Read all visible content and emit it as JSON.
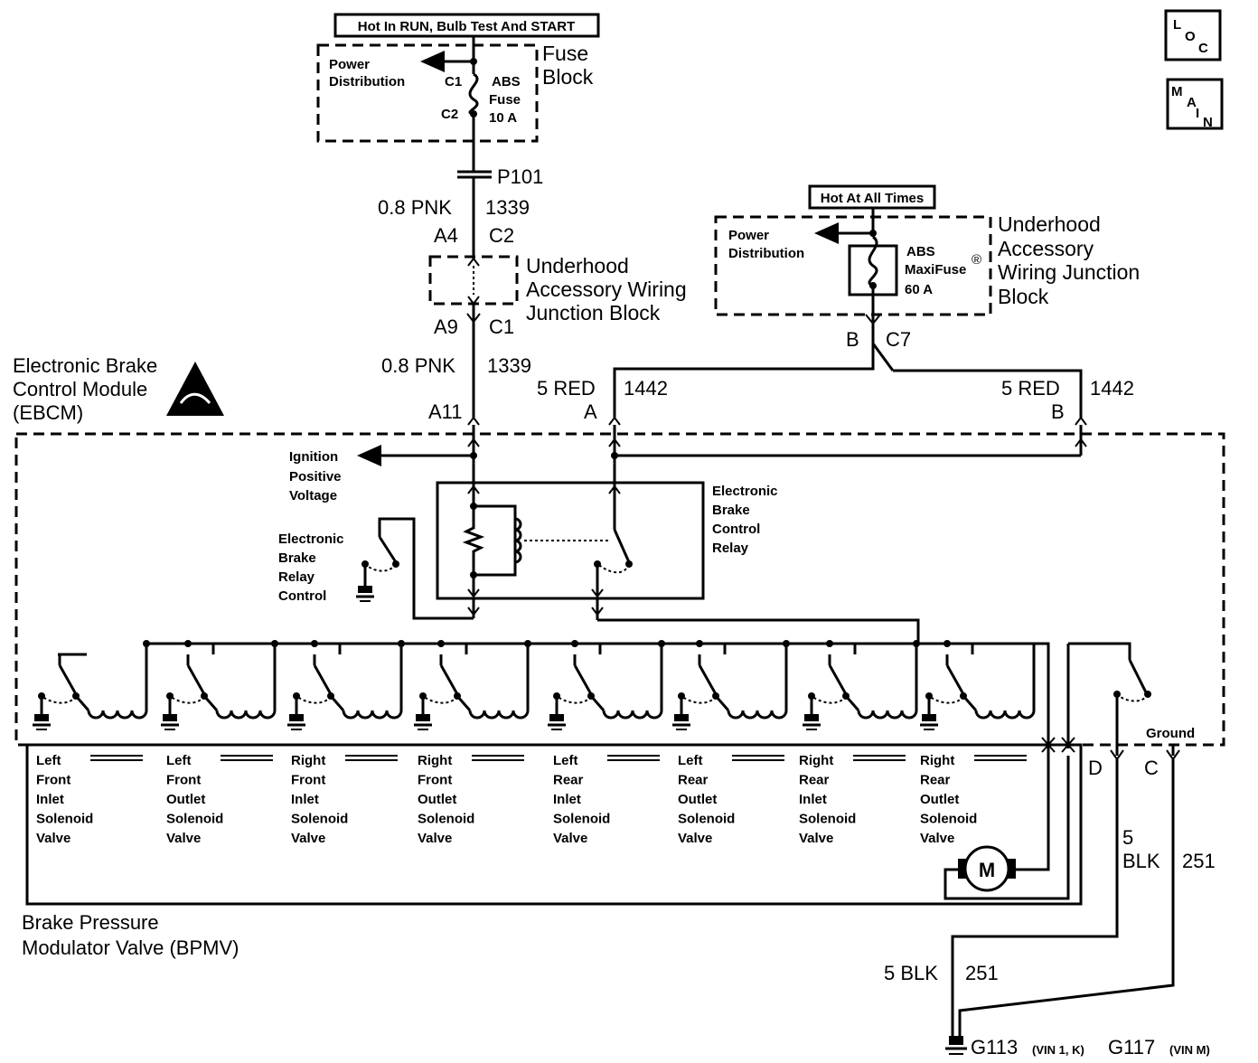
{
  "hot_run_label": "Hot In RUN, Bulb Test And START",
  "fuse_block": {
    "title_line1": "Fuse",
    "title_line2": "Block",
    "power_dist_line1": "Power",
    "power_dist_line2": "Distribution",
    "c1": "C1",
    "c2": "C2",
    "fuse_line1": "ABS",
    "fuse_line2": "Fuse",
    "fuse_line3": "10 A"
  },
  "p101": "P101",
  "wire_top": {
    "gauge": "0.8 PNK",
    "circuit": "1339"
  },
  "ujb_left": {
    "pin_a4": "A4",
    "pin_c2": "C2",
    "pin_a9": "A9",
    "pin_c1": "C1",
    "title_line1": "Underhood",
    "title_line2": "Accessory Wiring",
    "title_line3": "Junction Block"
  },
  "wire_mid": {
    "gauge": "0.8 PNK",
    "circuit": "1339"
  },
  "hot_all_label": "Hot At All Times",
  "ujb_right": {
    "power_dist_line1": "Power",
    "power_dist_line2": "Distribution",
    "fuse_line1": "ABS",
    "fuse_line2": "MaxiFuse",
    "fuse_line3": "60 A",
    "reg_mark": "®",
    "title_line1": "Underhood",
    "title_line2": "Accessory",
    "title_line3": "Wiring Junction",
    "title_line4": "Block",
    "pin_b": "B",
    "pin_c7": "C7"
  },
  "wire_red_a": {
    "gauge": "5 RED",
    "circuit": "1442",
    "pin": "A"
  },
  "wire_red_b": {
    "gauge": "5 RED",
    "circuit": "1442",
    "pin": "B"
  },
  "ebcm": {
    "line1": "Electronic Brake",
    "line2": "Control Module",
    "line3": "(EBCM)",
    "pin_a11": "A11"
  },
  "ignition": {
    "line1": "Ignition",
    "line2": "Positive",
    "line3": "Voltage"
  },
  "relay_control": {
    "line1": "Electronic",
    "line2": "Brake",
    "line3": "Relay",
    "line4": "Control"
  },
  "relay": {
    "line1": "Electronic",
    "line2": "Brake",
    "line3": "Control",
    "line4": "Relay"
  },
  "valves": [
    {
      "l1": "Left",
      "l2": "Front",
      "l3": "Inlet",
      "l4": "Solenoid",
      "l5": "Valve"
    },
    {
      "l1": "Left",
      "l2": "Front",
      "l3": "Outlet",
      "l4": "Solenoid",
      "l5": "Valve"
    },
    {
      "l1": "Right",
      "l2": "Front",
      "l3": "Inlet",
      "l4": "Solenoid",
      "l5": "Valve"
    },
    {
      "l1": "Right",
      "l2": "Front",
      "l3": "Outlet",
      "l4": "Solenoid",
      "l5": "Valve"
    },
    {
      "l1": "Left",
      "l2": "Rear",
      "l3": "Inlet",
      "l4": "Solenoid",
      "l5": "Valve"
    },
    {
      "l1": "Left",
      "l2": "Rear",
      "l3": "Outlet",
      "l4": "Solenoid",
      "l5": "Valve"
    },
    {
      "l1": "Right",
      "l2": "Rear",
      "l3": "Inlet",
      "l4": "Solenoid",
      "l5": "Valve"
    },
    {
      "l1": "Right",
      "l2": "Rear",
      "l3": "Outlet",
      "l4": "Solenoid",
      "l5": "Valve"
    }
  ],
  "motor": "M",
  "ground_label": "Ground",
  "pin_d": "D",
  "pin_c": "C",
  "wire_blk_right": {
    "gauge_line1": "5",
    "gauge_line2": "BLK",
    "circuit": "251"
  },
  "bpmv": {
    "line1": "Brake Pressure",
    "line2": "Modulator Valve (BPMV)"
  },
  "wire_blk_bottom": {
    "gauge": "5 BLK",
    "circuit": "251"
  },
  "grounds": {
    "g113": "G113",
    "g113_note": "(VIN 1, K)",
    "g117": "G117",
    "g117_note": "(VIN M)"
  },
  "loc_icon": {
    "a": "L",
    "b": "O",
    "c": "C"
  },
  "main_icon": {
    "a": "M",
    "b": "A",
    "c": "I",
    "d": "N"
  }
}
